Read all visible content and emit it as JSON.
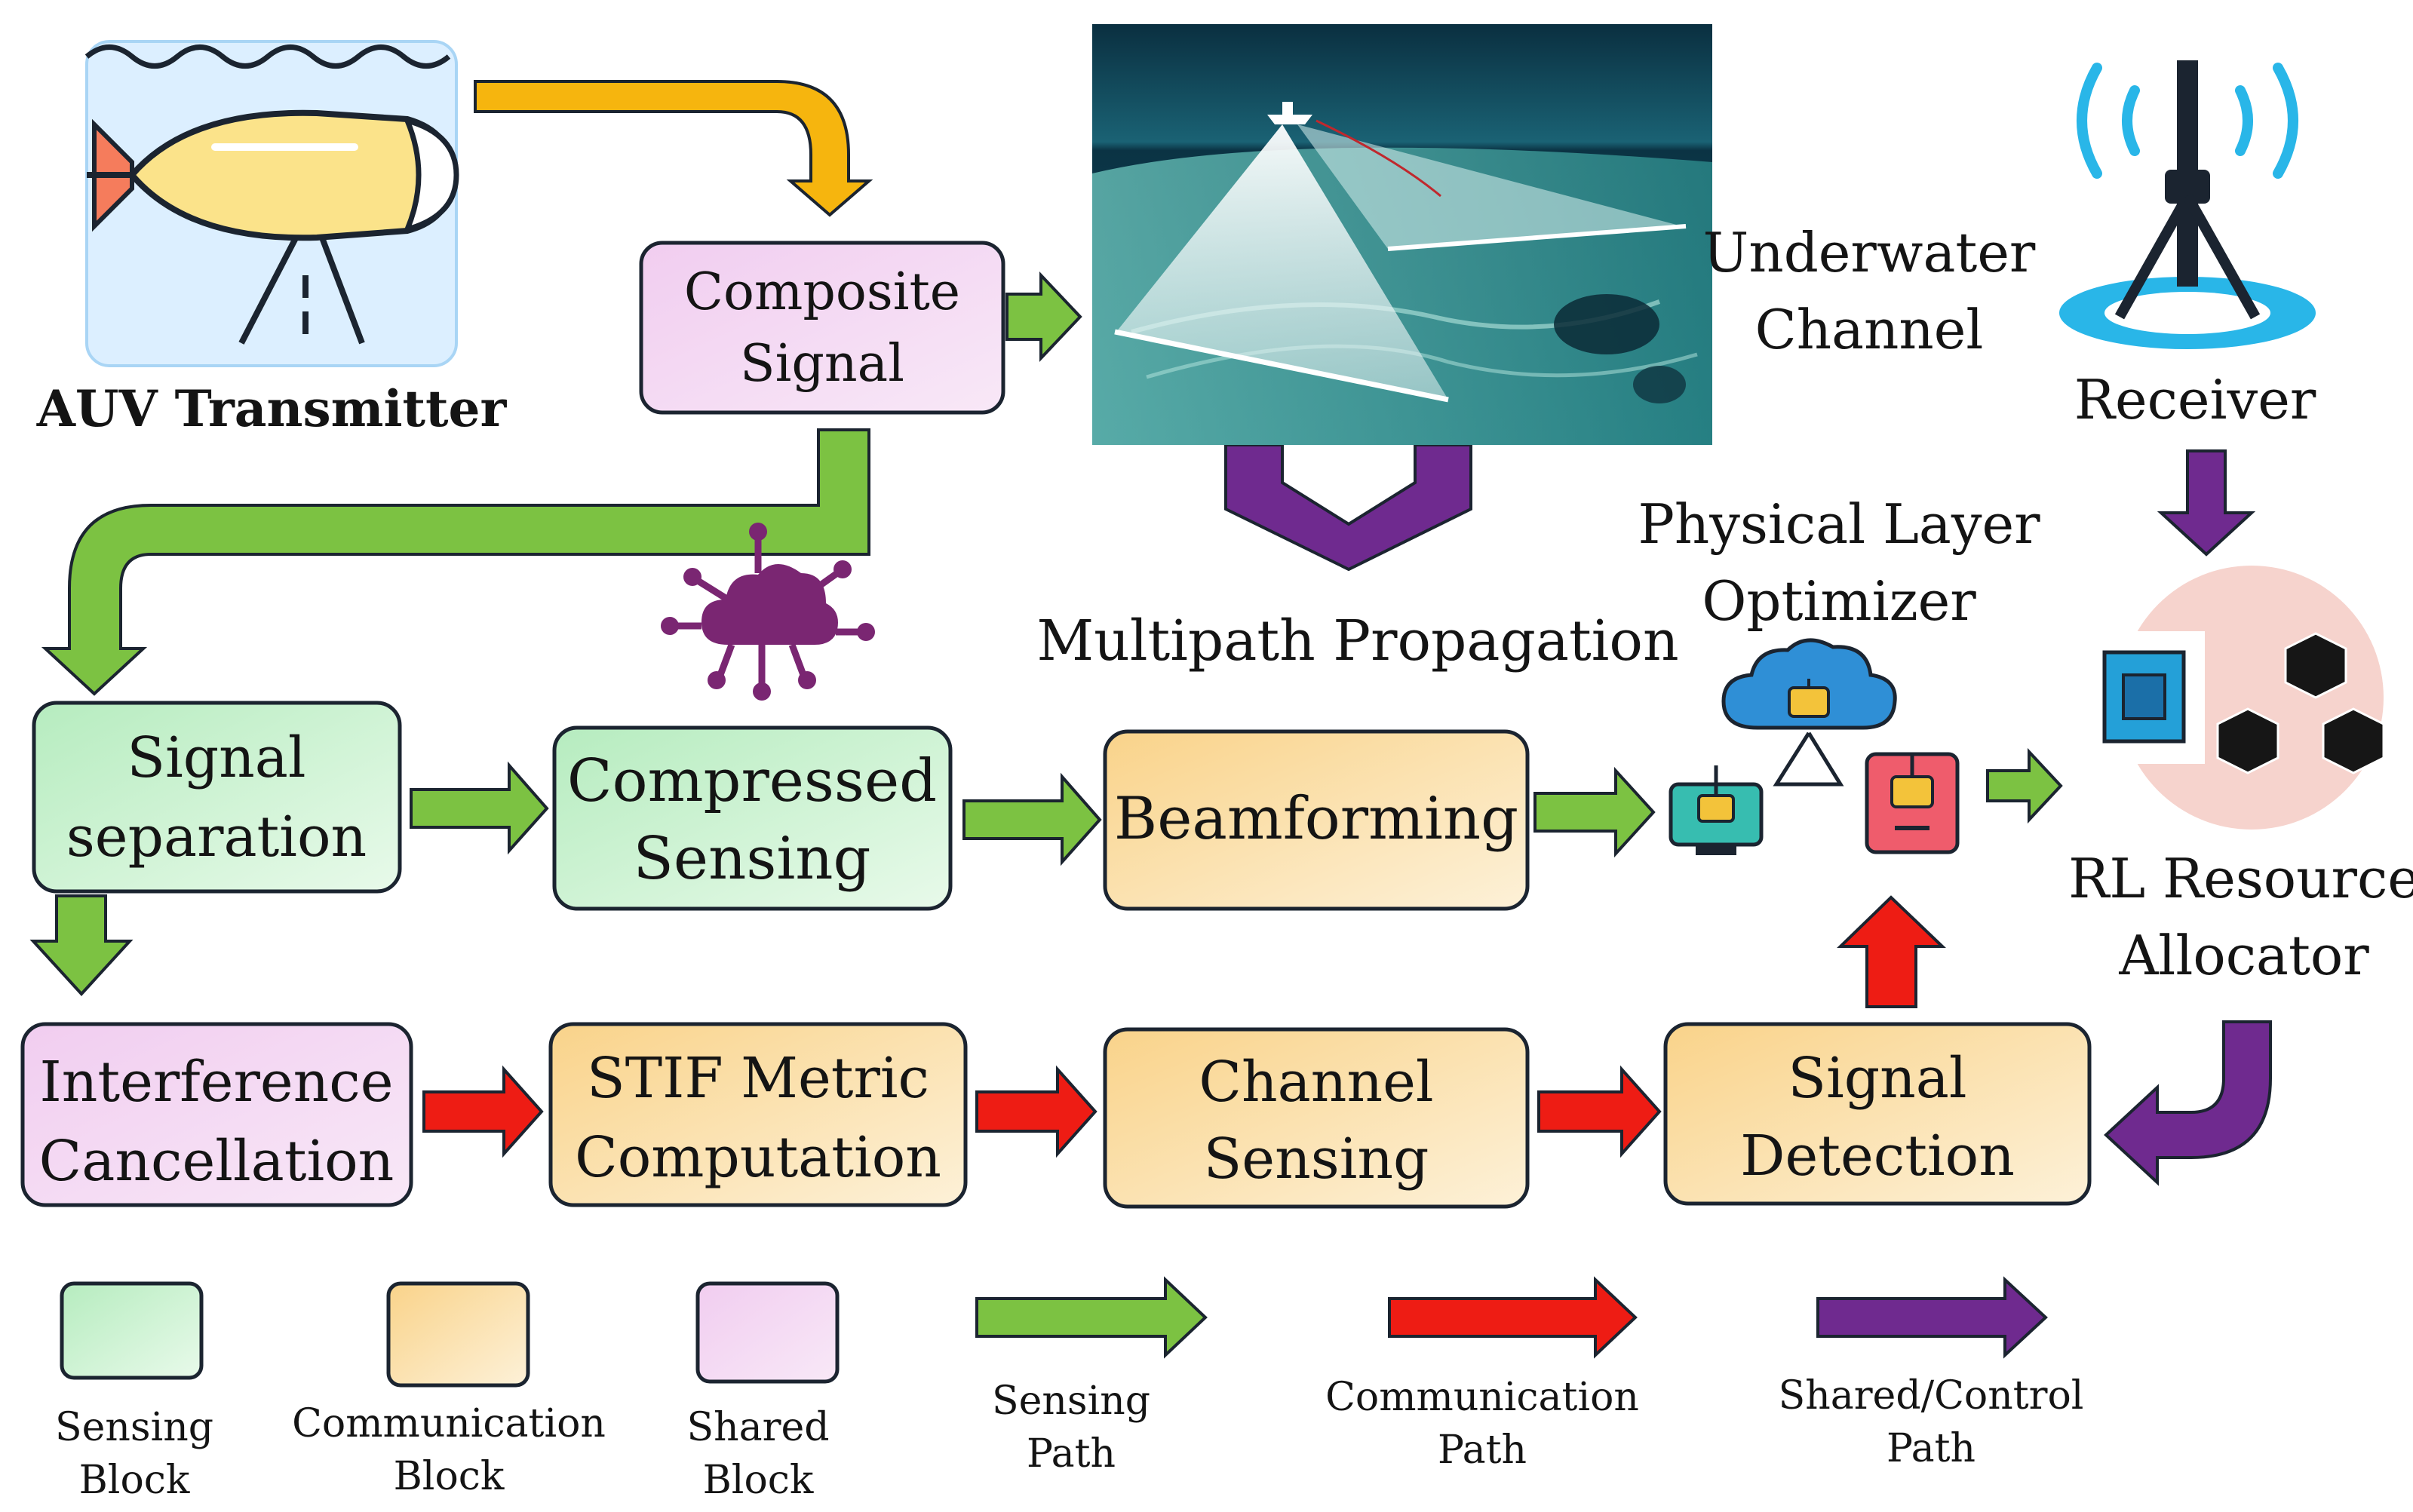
{
  "colors": {
    "sensing_block": "#c9f1cf",
    "communication_block": "#fbdc9e",
    "shared_block": "#f3d6f2",
    "sensing_path": "#7cc242",
    "communication_path": "#ee1c14",
    "shared_path": "#6f2a8f",
    "transmitter_arrow": "#f6b50e",
    "ocean_dark": "#0c3a48",
    "ocean_light": "#8fd8cf",
    "receiver_ring": "#29b6e8",
    "allocator_circle": "#f6d3cd"
  },
  "nodes": {
    "auv_transmitter": "AUV Transmitter",
    "composite_signal": [
      "Composite",
      "Signal"
    ],
    "underwater_channel": [
      "Underwater",
      "Channel"
    ],
    "receiver": "Receiver",
    "multipath_propagation": "Multipath Propagation",
    "physical_layer_optimizer": [
      "Physical Layer",
      "Optimizer"
    ],
    "rl_resource_allocator": [
      "RL Resource",
      "Allocator"
    ],
    "signal_separation": [
      "Signal",
      "separation"
    ],
    "compressed_sensing": [
      "Compressed",
      "Sensing"
    ],
    "beamforming": "Beamforming",
    "interference_cancellation": [
      "Interference",
      "Cancellation"
    ],
    "stif_metric_computation": [
      "STIF Metric",
      "Computation"
    ],
    "channel_sensing": [
      "Channel",
      "Sensing"
    ],
    "signal_detection": [
      "Signal",
      "Detection"
    ]
  },
  "icons": {
    "auv": "auv-icon",
    "ocean": "sonar-ocean-image",
    "antenna": "antenna-tower-icon",
    "cloud_network": "cloud-network-icon",
    "optimizer": "robot-network-icon",
    "chip": "chip-icon",
    "blockchain": "blockchain-cubes-icon"
  },
  "legend": {
    "sensing_block": [
      "Sensing",
      "Block"
    ],
    "communication_block": [
      "Communication",
      "Block"
    ],
    "shared_block": [
      "Shared",
      "Block"
    ],
    "sensing_path": [
      "Sensing",
      "Path"
    ],
    "communication_path": [
      "Communication",
      "Path"
    ],
    "shared_control_path": [
      "Shared/Control",
      "Path"
    ]
  }
}
